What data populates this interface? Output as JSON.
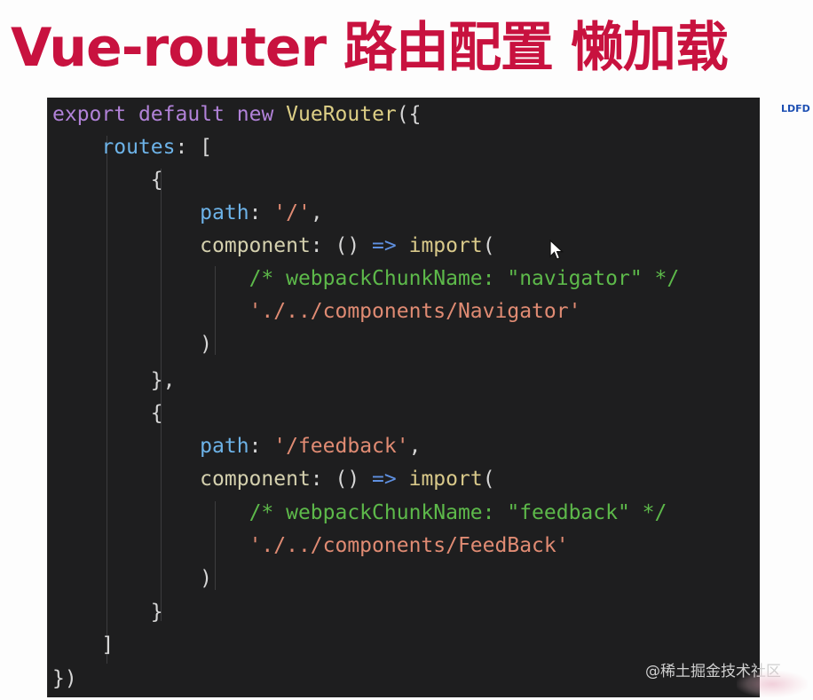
{
  "slide": {
    "title": "Vue-router 路由配置 懒加载",
    "logo": "LDFD",
    "watermark": "@稀土掘金技术社区"
  },
  "colors": {
    "title": "#c8123f",
    "editor_bg": "#1e1e1f",
    "keyword": "#b182d8",
    "class_name": "#ddcf86",
    "property": "#6db3e8",
    "string": "#e08b73",
    "comment": "#5db94a",
    "arrow": "#5f90e0"
  },
  "code": {
    "l1": {
      "kw1": "export",
      "kw2": "default",
      "kw3": "new",
      "cls": "VueRouter",
      "pun": "({"
    },
    "l2": {
      "prop": "routes",
      "pun": ": ["
    },
    "l3": {
      "pun": "{"
    },
    "l4": {
      "prop": "path",
      "colon": ": ",
      "str": "'/'",
      "pun": ","
    },
    "l5": {
      "prop": "component",
      "colon": ": ",
      "parens": "() ",
      "arrow": "=>",
      "import": "import",
      "pun": "("
    },
    "l6": {
      "cmt": "/* webpackChunkName: \"navigator\" */"
    },
    "l7": {
      "str": "'./../components/Navigator'"
    },
    "l8": {
      "pun": ")"
    },
    "l9": {
      "pun": "},"
    },
    "l10": {
      "pun": "{"
    },
    "l11": {
      "prop": "path",
      "colon": ": ",
      "str": "'/feedback'",
      "pun": ","
    },
    "l12": {
      "prop": "component",
      "colon": ": ",
      "parens": "() ",
      "arrow": "=>",
      "import": "import",
      "pun": "("
    },
    "l13": {
      "cmt": "/* webpackChunkName: \"feedback\" */"
    },
    "l14": {
      "str": "'./../components/FeedBack'"
    },
    "l15": {
      "pun": ")"
    },
    "l16": {
      "pun": "}"
    },
    "l17": {
      "pun": "]"
    },
    "l18": {
      "pun": "})"
    }
  }
}
